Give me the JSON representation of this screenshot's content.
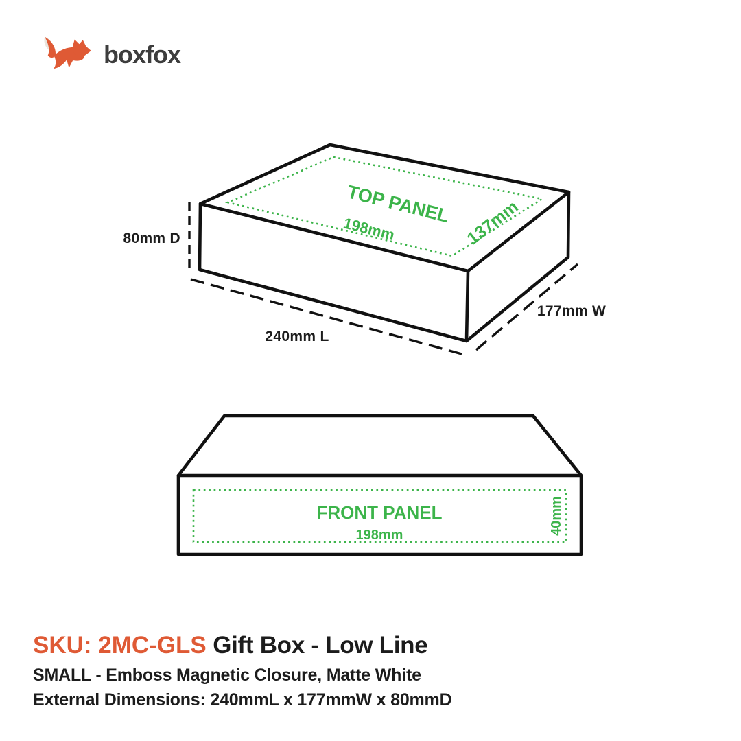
{
  "brand": {
    "name": "boxfox",
    "logo_icon": "fox-icon",
    "logo_orange": "#df5a35",
    "logo_tail_tip": "#e9e5de",
    "wordmark_color": "#3d3d3d"
  },
  "colors": {
    "accent_green": "#3cb44a",
    "accent_orange": "#df5a35",
    "line_black": "#111111",
    "text_black": "#1c1c1c"
  },
  "iso_view": {
    "name": "isometric-box-diagram",
    "panel_label": "TOP PANEL",
    "panel_length": "198mm",
    "panel_width": "137mm",
    "depth_label": "80mm D",
    "length_label": "240mm L",
    "width_label": "177mm W"
  },
  "front_view": {
    "name": "front-panel-diagram",
    "panel_label": "FRONT PANEL",
    "panel_length": "198mm",
    "panel_height": "40mm"
  },
  "footer": {
    "sku_label": "SKU: 2MC-GLS",
    "title": " Gift Box - Low Line",
    "subtitle": "SMALL - Emboss Magnetic Closure, Matte White",
    "dimensions": "External Dimensions: 240mmL x 177mmW x 80mmD"
  }
}
